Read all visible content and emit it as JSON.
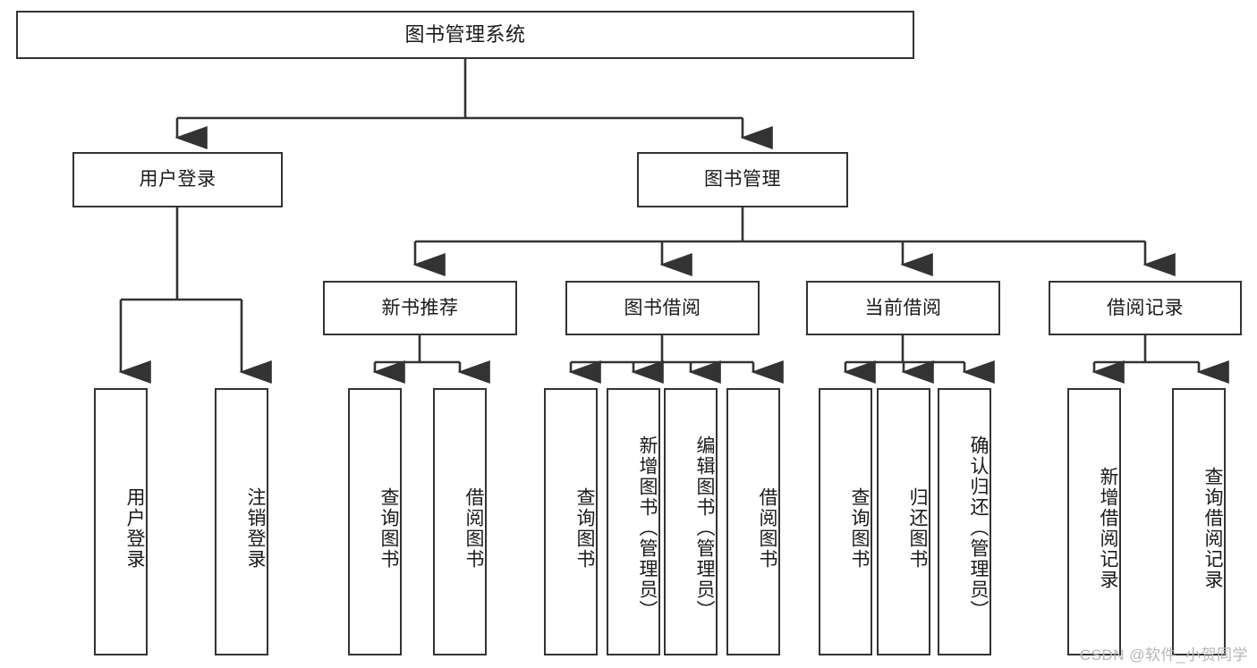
{
  "diagram": {
    "type": "tree-hierarchy",
    "title": "图书管理系统",
    "root": {
      "id": "root",
      "label": "图书管理系统",
      "orientation": "horizontal"
    },
    "level2": [
      {
        "id": "user-login",
        "label": "用户登录",
        "orientation": "horizontal"
      },
      {
        "id": "book-management",
        "label": "图书管理",
        "orientation": "horizontal"
      }
    ],
    "level3": [
      {
        "id": "new-book-recommend",
        "label": "新书推荐",
        "orientation": "horizontal",
        "parent": "book-management"
      },
      {
        "id": "book-borrow",
        "label": "图书借阅",
        "orientation": "horizontal",
        "parent": "book-management"
      },
      {
        "id": "current-borrow",
        "label": "当前借阅",
        "orientation": "horizontal",
        "parent": "book-management"
      },
      {
        "id": "borrow-record",
        "label": "借阅记录",
        "orientation": "horizontal",
        "parent": "book-management"
      }
    ],
    "leaves": {
      "user-login": [
        {
          "id": "leaf-user-login",
          "label": "用户登录"
        },
        {
          "id": "leaf-user-logout",
          "label": "注销登录"
        }
      ],
      "new-book-recommend": [
        {
          "id": "leaf-query-book-1",
          "label": "查询图书"
        },
        {
          "id": "leaf-borrow-book-1",
          "label": "借阅图书"
        }
      ],
      "book-borrow": [
        {
          "id": "leaf-query-book-2",
          "label": "查询图书"
        },
        {
          "id": "leaf-add-book",
          "label": "新增图书（管理员）"
        },
        {
          "id": "leaf-edit-book",
          "label": "编辑图书（管理员）"
        },
        {
          "id": "leaf-borrow-book-2",
          "label": "借阅图书"
        }
      ],
      "current-borrow": [
        {
          "id": "leaf-query-book-3",
          "label": "查询图书"
        },
        {
          "id": "leaf-return-book",
          "label": "归还图书"
        },
        {
          "id": "leaf-confirm-return",
          "label": "确认归还（管理员）"
        }
      ],
      "borrow-record": [
        {
          "id": "leaf-add-record",
          "label": "新增借阅记录"
        },
        {
          "id": "leaf-query-record",
          "label": "查询借阅记录"
        }
      ]
    },
    "watermark": "CSDN @软件_小贺同学",
    "colors": {
      "stroke": "#333333",
      "fill": "#ffffff",
      "text": "#1a1a1a",
      "watermark": "#b6b6b6"
    }
  }
}
